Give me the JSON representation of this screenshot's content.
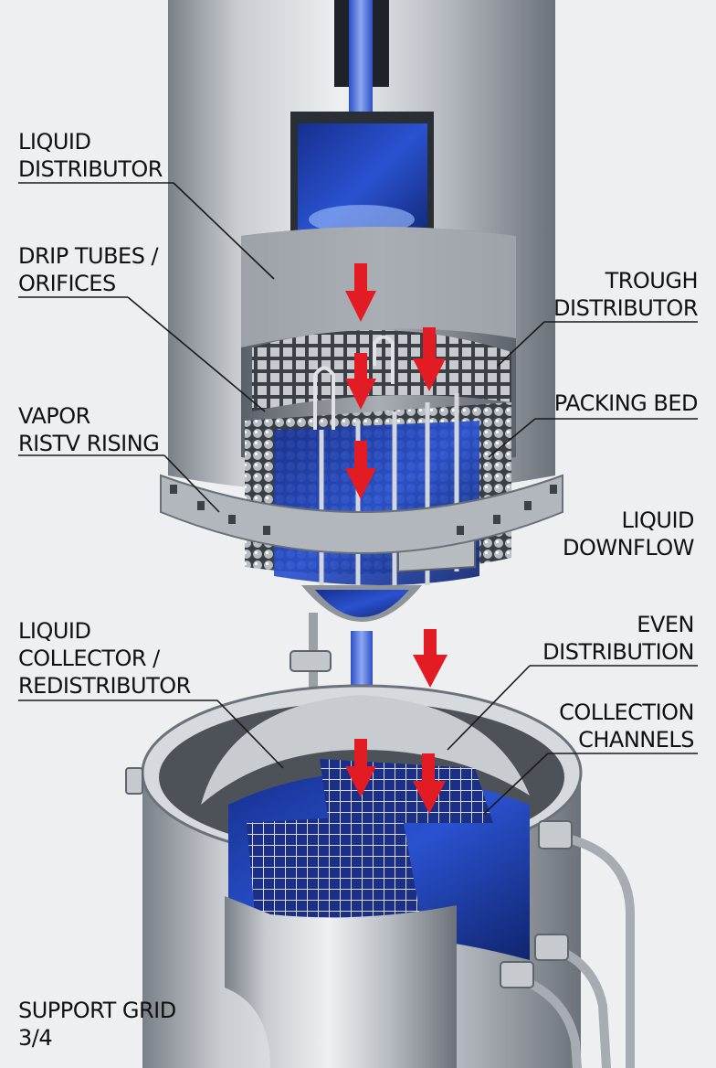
{
  "callouts": {
    "liquid_distributor": [
      "LIQUID",
      "DISTRIBUTOR"
    ],
    "drip_tubes": [
      "DRIP TUBES /",
      "ORIFICES"
    ],
    "vapor_rising": [
      "VAPOR",
      "RISTV RISING"
    ],
    "trough_distributor": [
      "TROUGH",
      "DISTRIBUTOR"
    ],
    "packing_bed": [
      "PACKING BED"
    ],
    "liquid_downflow": [
      "LIQUID",
      "DOWNFLOW"
    ],
    "liquid_collector": [
      "LIQUID",
      "COLLECTOR /",
      "REDISTRIBUTOR"
    ],
    "even_distribution": [
      "EVEN",
      "DISTRIBUTION"
    ],
    "collection_channels": [
      "COLLECTION",
      "CHANNELS"
    ],
    "support_grid": [
      "SUPPORT GRID",
      "3/4"
    ]
  },
  "colors": {
    "steel_light": "#d9dce0",
    "steel_dark": "#6f757c",
    "liquid_blue": "#1e3fb4",
    "flow_arrow": "#e31b23",
    "text": "#111111",
    "background": "#eeeff1"
  }
}
